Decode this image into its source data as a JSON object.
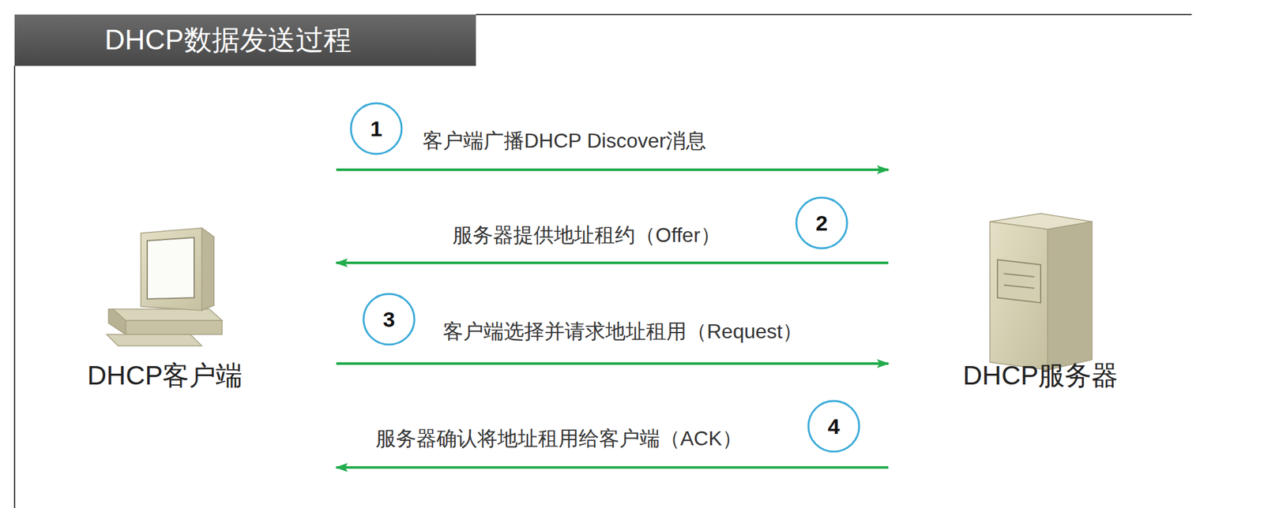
{
  "diagram": {
    "title": "DHCP数据发送过程",
    "nodes": [
      {
        "text": [
          "DHCP客户端"
        ]
      },
      {
        "text": [
          "DHCP服务器"
        ]
      }
    ],
    "edges": [
      {
        "from": 0,
        "to": 1,
        "arrow": "to",
        "label": "客户端广播DHCP Discover消息"
      },
      {
        "from": 1,
        "to": 0,
        "arrow": "to",
        "label": "服务器提供地址租约（Offer）"
      },
      {
        "from": 0,
        "to": 1,
        "arrow": "to",
        "label": "客户端选择并请求地址租用（Request）"
      },
      {
        "from": 1,
        "to": 0,
        "arrow": "to",
        "label": "服务器确认将地址租用给客户端（ACK）"
      }
    ],
    "labels": [
      "1",
      "2",
      "3",
      "4"
    ]
  }
}
